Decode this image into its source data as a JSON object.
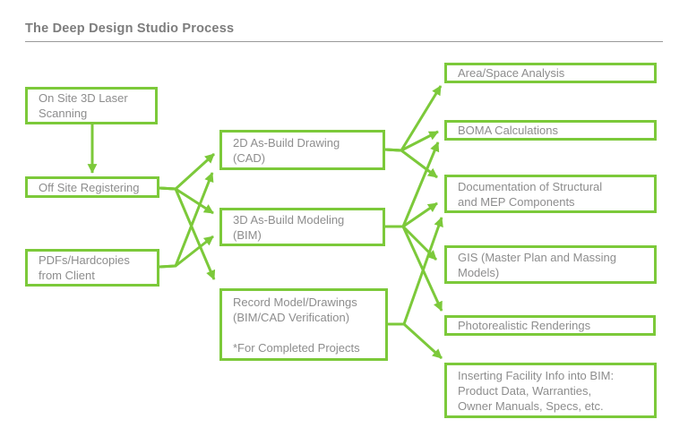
{
  "title": "The Deep Design Studio Process",
  "colors": {
    "accent_green": "#7cc93a",
    "text_gray": "#8d8d8d",
    "title_gray": "#7d7d7d"
  },
  "nodes": {
    "onsite": {
      "label": "On Site 3D Laser\nScanning"
    },
    "offsite": {
      "label": "Off Site Registering"
    },
    "pdfs": {
      "label": "PDFs/Hardcopies\nfrom Client"
    },
    "cad2d": {
      "label": "2D As-Build Drawing\n(CAD)"
    },
    "bim3d": {
      "label": "3D As-Build Modeling\n(BIM)"
    },
    "record": {
      "label": "Record Model/Drawings\n(BIM/CAD Verification)\n\n*For Completed Projects"
    },
    "area": {
      "label": "Area/Space Analysis"
    },
    "boma": {
      "label": "BOMA Calculations"
    },
    "doc": {
      "label": "Documentation of Structural\nand MEP Components"
    },
    "gis": {
      "label": "GIS (Master Plan and Massing\nModels)"
    },
    "photo": {
      "label": "Photorealistic Renderings"
    },
    "facility": {
      "label": "Inserting Facility Info into BIM:\nProduct Data, Warranties,\nOwner Manuals, Specs, etc."
    }
  },
  "edges": [
    {
      "from": "onsite",
      "to": "offsite"
    },
    {
      "from": "offsite",
      "to": "cad2d"
    },
    {
      "from": "offsite",
      "to": "bim3d"
    },
    {
      "from": "offsite",
      "to": "record"
    },
    {
      "from": "pdfs",
      "to": "cad2d"
    },
    {
      "from": "pdfs",
      "to": "bim3d"
    },
    {
      "from": "cad2d",
      "to": "area"
    },
    {
      "from": "cad2d",
      "to": "boma"
    },
    {
      "from": "cad2d",
      "to": "doc"
    },
    {
      "from": "bim3d",
      "to": "boma"
    },
    {
      "from": "bim3d",
      "to": "doc"
    },
    {
      "from": "bim3d",
      "to": "gis"
    },
    {
      "from": "bim3d",
      "to": "photo"
    },
    {
      "from": "record",
      "to": "doc"
    },
    {
      "from": "record",
      "to": "facility"
    }
  ]
}
